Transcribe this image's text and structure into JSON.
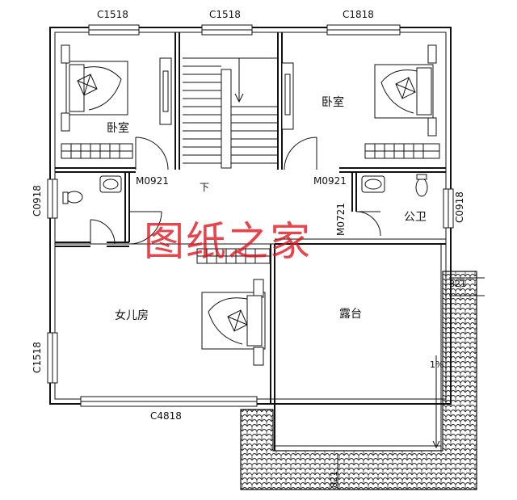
{
  "window_labels": {
    "c1518_top_left": "C1518",
    "c1518_top_mid": "C1518",
    "c1818_top_right": "C1818",
    "c0918_left": "C0918",
    "c0918_right": "C0918",
    "c1518_left": "C1518",
    "c4818_bottom": "C4818"
  },
  "door_labels": {
    "m0921_left": "M0921",
    "m0921_right": "M0921",
    "m0721": "M0721"
  },
  "rooms": {
    "bedroom_left": "卧室",
    "bedroom_right": "卧室",
    "daughter_room": "女儿房",
    "terrace": "露台",
    "public_toilet": "公卫"
  },
  "stair_down": "下",
  "dimensions": {
    "d_top": "821",
    "d_bottom": "821",
    "slope": "1%"
  },
  "watermark": "图纸之家"
}
